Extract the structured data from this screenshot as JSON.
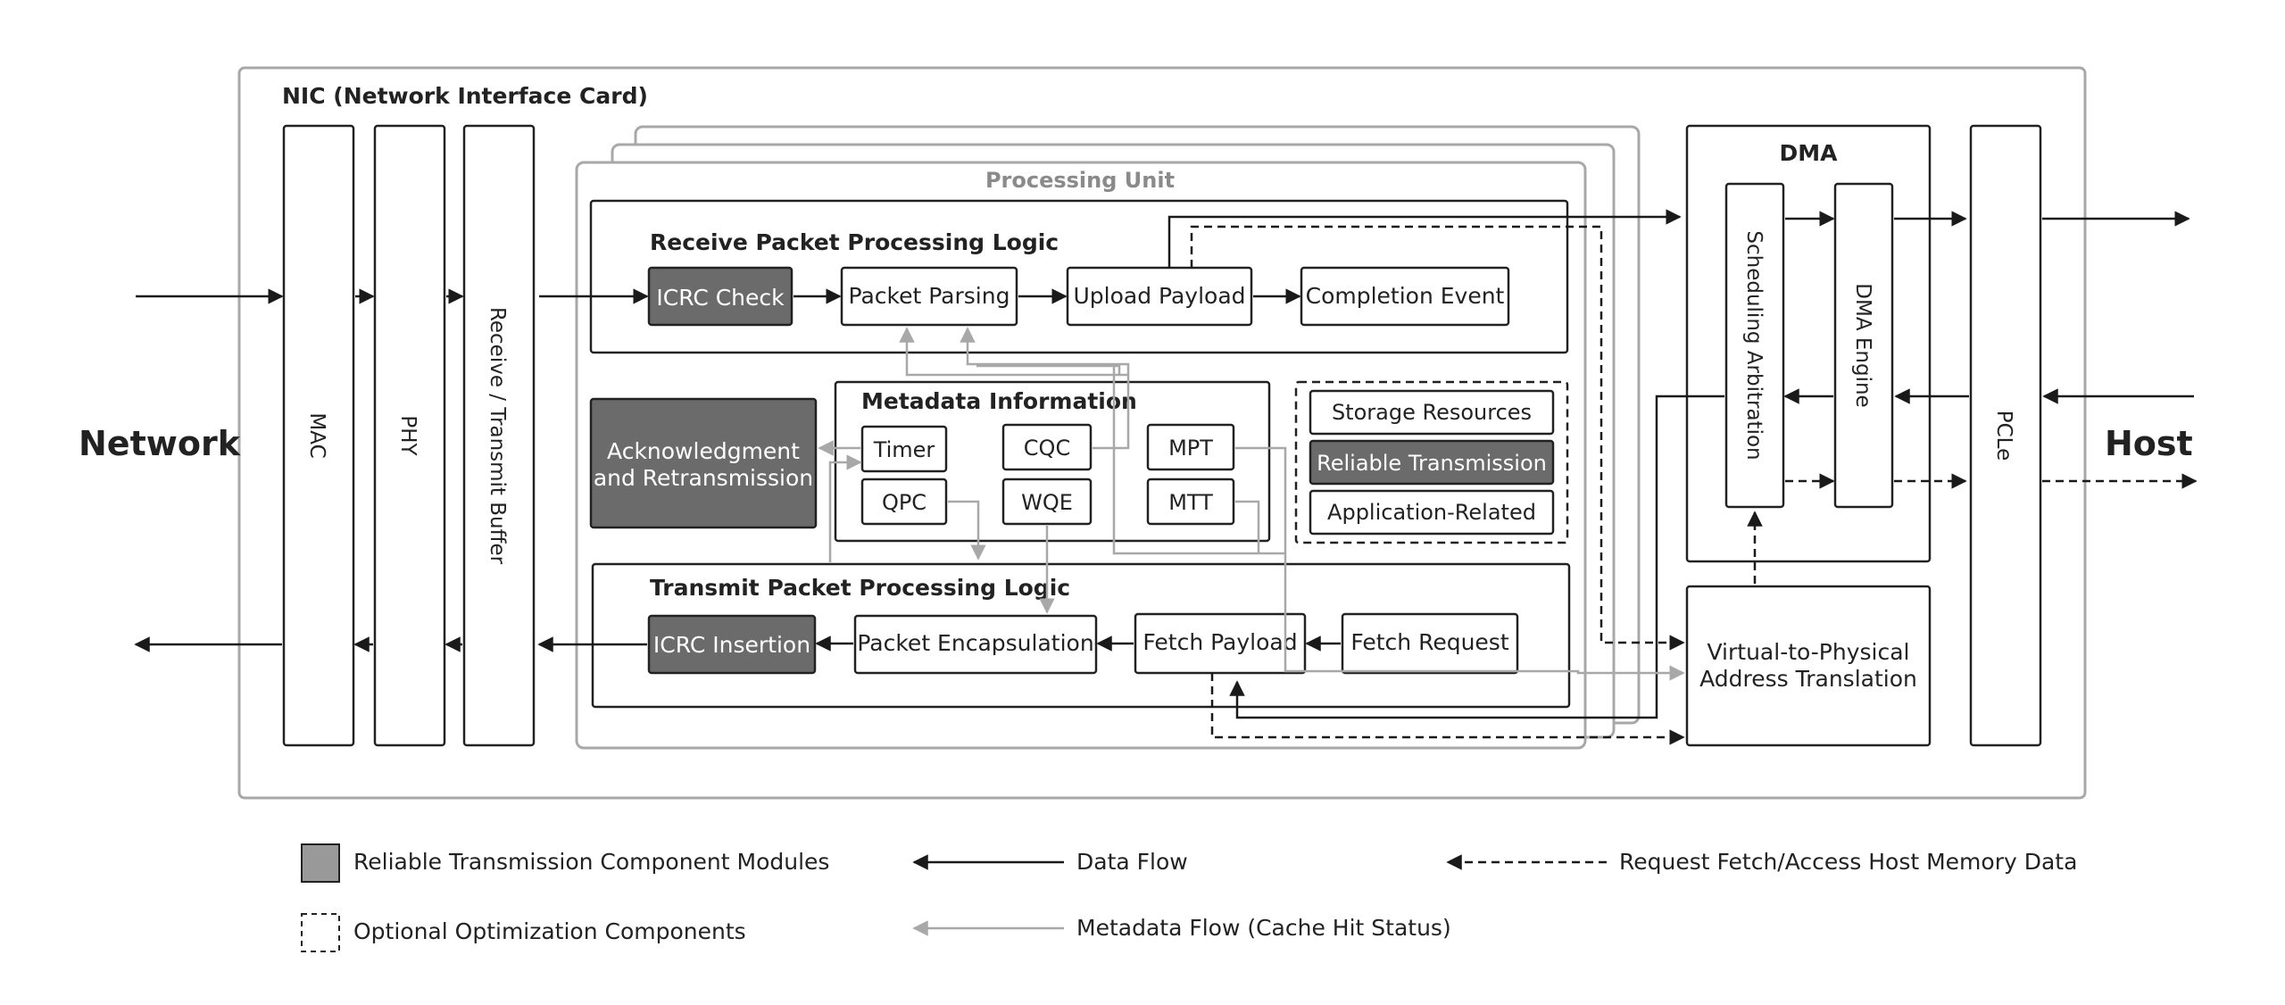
{
  "nic_title": "NIC (Network Interface Card)",
  "side_labels": {
    "network": "Network",
    "host": "Host"
  },
  "columns": {
    "mac": "MAC",
    "phy": "PHY",
    "buffer": "Receive / Transmit Buffer",
    "pcie": "PCLe"
  },
  "processing_unit": "Processing Unit",
  "receive": {
    "title": "Receive Packet Processing Logic",
    "icrc_check": "ICRC Check",
    "packet_parsing": "Packet Parsing",
    "upload_payload": "Upload Payload",
    "completion_event": "Completion Event"
  },
  "ack": {
    "line1": "Acknowledgment",
    "line2": "and Retransmission"
  },
  "metadata": {
    "title": "Metadata Information",
    "timer": "Timer",
    "cqc": "CQC",
    "mpt": "MPT",
    "qpc": "QPC",
    "wqe": "WQE",
    "mtt": "MTT"
  },
  "optional": {
    "storage": "Storage Resources",
    "reliable": "Reliable Transmission",
    "application": "Application-Related"
  },
  "transmit": {
    "title": "Transmit Packet Processing Logic",
    "icrc_insertion": "ICRC Insertion",
    "packet_encapsulation": "Packet Encapsulation",
    "fetch_payload": "Fetch Payload",
    "fetch_request": "Fetch Request"
  },
  "dma": {
    "title": "DMA",
    "scheduling": "Scheduling Arbitration",
    "engine": "DMA Engine"
  },
  "vpat": {
    "line1": "Virtual-to-Physical",
    "line2": "Address Translation"
  },
  "legend": {
    "reliable_modules": "Reliable Transmission Component Modules",
    "optional_components": "Optional Optimization Components",
    "data_flow": "Data Flow",
    "metadata_flow": "Metadata Flow (Cache Hit Status)",
    "request_fetch": "Request Fetch/Access Host Memory Data"
  },
  "colors": {
    "dark_fill": "#6b6b6b",
    "gray_line": "#a8a8a8",
    "black_line": "#1a1a1a",
    "legend_fill": "#999999"
  }
}
